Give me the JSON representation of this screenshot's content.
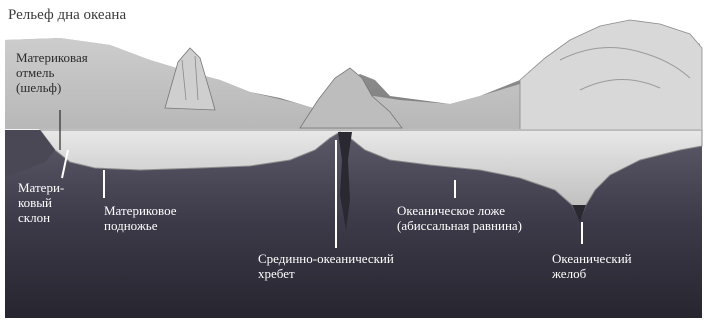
{
  "title": "Рельеф дна океана",
  "labels": {
    "continental_shelf": [
      "Материковая",
      "отмель",
      "(шельф)"
    ],
    "continental_slope": [
      "Матери-",
      "ковый",
      "склон"
    ],
    "continental_rise": [
      "Материковое",
      "подножье"
    ],
    "ocean_floor": [
      "Океаническое ложе",
      "(абиссальная равнина)"
    ],
    "mid_ocean_ridge": [
      "Срединно-океанический",
      "хребет"
    ],
    "ocean_trench": [
      "Океанический",
      "желоб"
    ]
  }
}
